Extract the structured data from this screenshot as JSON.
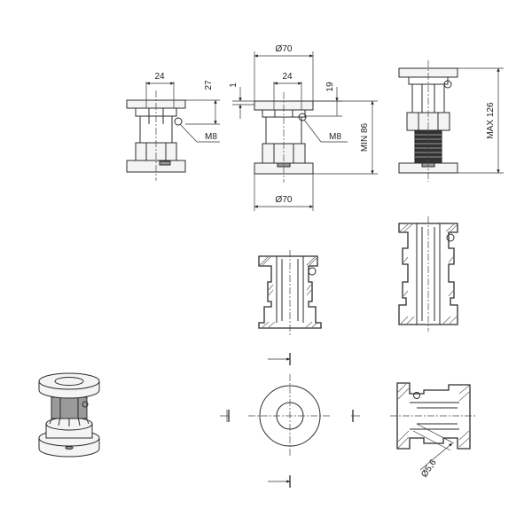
{
  "dimensions": {
    "top_width_24_left": "24",
    "height_27": "27",
    "thread_left": "M8",
    "diameter_70_top": "Ø70",
    "gap_1": "1",
    "top_width_24_mid": "24",
    "height_19": "19",
    "thread_mid": "M8",
    "min_height": "MIN  86",
    "diameter_70_bottom": "Ø70",
    "max_height": "MAX  126",
    "hole_diameter": "Ø5,6"
  }
}
